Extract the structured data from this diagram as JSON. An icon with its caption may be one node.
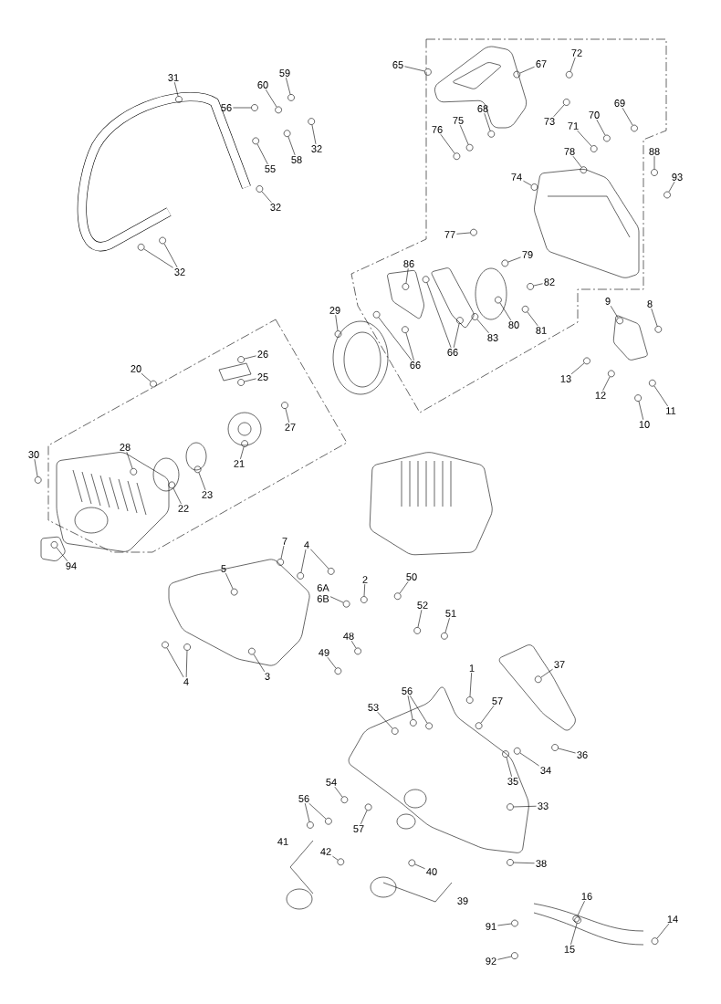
{
  "diagram": {
    "nodes": [
      {
        "text": [
          "31"
        ]
      },
      {
        "text": [
          "56"
        ]
      },
      {
        "text": [
          "60"
        ]
      },
      {
        "text": [
          "59"
        ]
      },
      {
        "text": [
          "55"
        ]
      },
      {
        "text": [
          "58"
        ]
      },
      {
        "text": [
          "32"
        ]
      },
      {
        "text": [
          "32"
        ]
      },
      {
        "text": [
          "32"
        ]
      },
      {
        "text": [
          "65"
        ]
      },
      {
        "text": [
          "67"
        ]
      },
      {
        "text": [
          "72"
        ]
      },
      {
        "text": [
          "73"
        ]
      },
      {
        "text": [
          "69"
        ]
      },
      {
        "text": [
          "70"
        ]
      },
      {
        "text": [
          "71"
        ]
      },
      {
        "text": [
          "68"
        ]
      },
      {
        "text": [
          "75"
        ]
      },
      {
        "text": [
          "76"
        ]
      },
      {
        "text": [
          "78"
        ]
      },
      {
        "text": [
          "74"
        ]
      },
      {
        "text": [
          "88"
        ]
      },
      {
        "text": [
          "93"
        ]
      },
      {
        "text": [
          "77"
        ]
      },
      {
        "text": [
          "79"
        ]
      },
      {
        "text": [
          "86"
        ]
      },
      {
        "text": [
          "82"
        ]
      },
      {
        "text": [
          "80"
        ]
      },
      {
        "text": [
          "81"
        ]
      },
      {
        "text": [
          "83"
        ]
      },
      {
        "text": [
          "66"
        ]
      },
      {
        "text": [
          "66"
        ]
      },
      {
        "text": [
          "29"
        ]
      },
      {
        "text": [
          "9"
        ]
      },
      {
        "text": [
          "8"
        ]
      },
      {
        "text": [
          "13"
        ]
      },
      {
        "text": [
          "12"
        ]
      },
      {
        "text": [
          "11"
        ]
      },
      {
        "text": [
          "10"
        ]
      },
      {
        "text": [
          "20"
        ]
      },
      {
        "text": [
          "26"
        ]
      },
      {
        "text": [
          "25"
        ]
      },
      {
        "text": [
          "27"
        ]
      },
      {
        "text": [
          "21"
        ]
      },
      {
        "text": [
          "28"
        ]
      },
      {
        "text": [
          "22"
        ]
      },
      {
        "text": [
          "23"
        ]
      },
      {
        "text": [
          "30"
        ]
      },
      {
        "text": [
          "94"
        ]
      },
      {
        "text": [
          "7"
        ]
      },
      {
        "text": [
          "4"
        ]
      },
      {
        "text": [
          "5"
        ]
      },
      {
        "text": [
          "6A",
          "6B"
        ]
      },
      {
        "text": [
          "2"
        ]
      },
      {
        "text": [
          "50"
        ]
      },
      {
        "text": [
          "52"
        ]
      },
      {
        "text": [
          "51"
        ]
      },
      {
        "text": [
          "48"
        ]
      },
      {
        "text": [
          "49"
        ]
      },
      {
        "text": [
          "4"
        ]
      },
      {
        "text": [
          "3"
        ]
      },
      {
        "text": [
          "1"
        ]
      },
      {
        "text": [
          "37"
        ]
      },
      {
        "text": [
          "56"
        ]
      },
      {
        "text": [
          "57"
        ]
      },
      {
        "text": [
          "53"
        ]
      },
      {
        "text": [
          "36"
        ]
      },
      {
        "text": [
          "34"
        ]
      },
      {
        "text": [
          "35"
        ]
      },
      {
        "text": [
          "54"
        ]
      },
      {
        "text": [
          "56"
        ]
      },
      {
        "text": [
          "57"
        ]
      },
      {
        "text": [
          "33"
        ]
      },
      {
        "text": [
          "42"
        ]
      },
      {
        "text": [
          "40"
        ]
      },
      {
        "text": [
          "38"
        ]
      },
      {
        "text": [
          "16"
        ]
      },
      {
        "text": [
          "14"
        ]
      },
      {
        "text": [
          "91"
        ]
      },
      {
        "text": [
          "15"
        ]
      },
      {
        "text": [
          "92"
        ]
      },
      {
        "text": [],
        "shape": "circle"
      },
      {
        "text": [],
        "shape": "circle"
      },
      {
        "text": [],
        "shape": "circle"
      },
      {
        "text": [],
        "shape": "circle"
      },
      {
        "text": [],
        "shape": "circle"
      },
      {
        "text": [],
        "shape": "circle"
      },
      {
        "text": [],
        "shape": "circle"
      },
      {
        "text": [],
        "shape": "circle"
      },
      {
        "text": [],
        "shape": "circle"
      },
      {
        "text": [],
        "shape": "circle"
      },
      {
        "text": [],
        "shape": "circle"
      },
      {
        "text": [],
        "shape": "circle"
      },
      {
        "text": [],
        "shape": "circle"
      },
      {
        "text": [],
        "shape": "circle"
      },
      {
        "text": [],
        "shape": "circle"
      },
      {
        "text": [],
        "shape": "circle"
      },
      {
        "text": [],
        "shape": "circle"
      },
      {
        "text": [],
        "shape": "circle"
      },
      {
        "text": [],
        "shape": "circle"
      },
      {
        "text": [],
        "shape": "circle"
      },
      {
        "text": [],
        "shape": "circle"
      },
      {
        "text": [],
        "shape": "circle"
      },
      {
        "text": [],
        "shape": "circle"
      },
      {
        "text": [],
        "shape": "circle"
      },
      {
        "text": [],
        "shape": "circle"
      },
      {
        "text": [],
        "shape": "circle"
      },
      {
        "text": [],
        "shape": "circle"
      },
      {
        "text": [],
        "shape": "circle"
      },
      {
        "text": [],
        "shape": "circle"
      },
      {
        "text": [],
        "shape": "circle"
      },
      {
        "text": [],
        "shape": "circle"
      },
      {
        "text": [],
        "shape": "circle"
      },
      {
        "text": [],
        "shape": "circle"
      },
      {
        "text": [],
        "shape": "circle"
      },
      {
        "text": [],
        "shape": "circle"
      },
      {
        "text": [],
        "shape": "circle"
      },
      {
        "text": [],
        "shape": "circle"
      },
      {
        "text": [],
        "shape": "circle"
      },
      {
        "text": [],
        "shape": "circle"
      },
      {
        "text": [],
        "shape": "circle"
      },
      {
        "text": [],
        "shape": "circle"
      },
      {
        "text": [],
        "shape": "circle"
      },
      {
        "text": [],
        "shape": "circle"
      },
      {
        "text": [],
        "shape": "circle"
      },
      {
        "text": [],
        "shape": "circle"
      },
      {
        "text": [],
        "shape": "circle"
      },
      {
        "text": [],
        "shape": "circle"
      },
      {
        "text": [],
        "shape": "circle"
      },
      {
        "text": [],
        "shape": "circle"
      },
      {
        "text": [],
        "shape": "circle"
      },
      {
        "text": [],
        "shape": "circle"
      },
      {
        "text": [],
        "shape": "circle"
      },
      {
        "text": [],
        "shape": "circle"
      },
      {
        "text": [],
        "shape": "circle"
      },
      {
        "text": [],
        "shape": "circle"
      },
      {
        "text": [],
        "shape": "circle"
      },
      {
        "text": [],
        "shape": "circle"
      },
      {
        "text": [],
        "shape": "circle"
      },
      {
        "text": [],
        "shape": "circle"
      },
      {
        "text": [],
        "shape": "circle"
      },
      {
        "text": [],
        "shape": "circle"
      },
      {
        "text": [],
        "shape": "circle"
      },
      {
        "text": [],
        "shape": "circle"
      },
      {
        "text": [],
        "shape": "circle"
      },
      {
        "text": [],
        "shape": "circle"
      },
      {
        "text": [],
        "shape": "circle"
      },
      {
        "text": [],
        "shape": "circle"
      },
      {
        "text": [],
        "shape": "circle"
      },
      {
        "text": [],
        "shape": "circle"
      },
      {
        "text": [],
        "shape": "circle"
      },
      {
        "text": [],
        "shape": "circle"
      },
      {
        "text": [],
        "shape": "circle"
      },
      {
        "text": [],
        "shape": "circle"
      },
      {
        "text": [],
        "shape": "circle"
      },
      {
        "text": [],
        "shape": "circle"
      },
      {
        "text": [],
        "shape": "circle"
      },
      {
        "text": [],
        "shape": "circle"
      },
      {
        "text": [],
        "shape": "circle"
      },
      {
        "text": [],
        "shape": "circle"
      },
      {
        "text": [],
        "shape": "circle"
      },
      {
        "text": [],
        "shape": "circle"
      },
      {
        "text": [],
        "shape": "circle"
      },
      {
        "text": [],
        "shape": "circle"
      },
      {
        "text": [],
        "shape": "circle"
      },
      {
        "text": [],
        "shape": "circle"
      },
      {
        "text": [],
        "shape": "circle"
      },
      {
        "text": [],
        "shape": "circle"
      },
      {
        "text": [],
        "shape": "circle"
      }
    ],
    "edges": [
      {
        "from": 0,
        "to": 81,
        "arrow": "none"
      },
      {
        "from": 1,
        "to": 82,
        "arrow": "none"
      },
      {
        "from": 2,
        "to": 83,
        "arrow": "none"
      },
      {
        "from": 3,
        "to": 84,
        "arrow": "none"
      },
      {
        "from": 4,
        "to": 85,
        "arrow": "none"
      },
      {
        "from": 5,
        "to": 86,
        "arrow": "none"
      },
      {
        "from": 6,
        "to": 87,
        "arrow": "none"
      },
      {
        "from": 7,
        "to": 88,
        "arrow": "none"
      },
      {
        "from": 8,
        "to": 89,
        "arrow": "none"
      },
      {
        "from": 8,
        "to": 90,
        "arrow": "none"
      },
      {
        "from": 9,
        "to": 91,
        "arrow": "none"
      },
      {
        "from": 10,
        "to": 92,
        "arrow": "none"
      },
      {
        "from": 11,
        "to": 93,
        "arrow": "none"
      },
      {
        "from": 12,
        "to": 94,
        "arrow": "none"
      },
      {
        "from": 13,
        "to": 95,
        "arrow": "none"
      },
      {
        "from": 14,
        "to": 96,
        "arrow": "none"
      },
      {
        "from": 15,
        "to": 97,
        "arrow": "none"
      },
      {
        "from": 16,
        "to": 98,
        "arrow": "none"
      },
      {
        "from": 17,
        "to": 99,
        "arrow": "none"
      },
      {
        "from": 18,
        "to": 100,
        "arrow": "none"
      },
      {
        "from": 19,
        "to": 101,
        "arrow": "none"
      },
      {
        "from": 20,
        "to": 102,
        "arrow": "none"
      },
      {
        "from": 21,
        "to": 103,
        "arrow": "none"
      },
      {
        "from": 22,
        "to": 104,
        "arrow": "none"
      },
      {
        "from": 23,
        "to": 105,
        "arrow": "none"
      },
      {
        "from": 24,
        "to": 106,
        "arrow": "none"
      },
      {
        "from": 25,
        "to": 107,
        "arrow": "none"
      },
      {
        "from": 26,
        "to": 108,
        "arrow": "none"
      },
      {
        "from": 27,
        "to": 109,
        "arrow": "none"
      },
      {
        "from": 28,
        "to": 110,
        "arrow": "none"
      },
      {
        "from": 29,
        "to": 111,
        "arrow": "none"
      },
      {
        "from": 30,
        "to": 112,
        "arrow": "none"
      },
      {
        "from": 30,
        "to": 113,
        "arrow": "none"
      },
      {
        "from": 31,
        "to": 114,
        "arrow": "none"
      },
      {
        "from": 31,
        "to": 115,
        "arrow": "none"
      },
      {
        "from": 32,
        "to": 116,
        "arrow": "none"
      },
      {
        "from": 33,
        "to": 117,
        "arrow": "none"
      },
      {
        "from": 34,
        "to": 118,
        "arrow": "none"
      },
      {
        "from": 35,
        "to": 119,
        "arrow": "none"
      },
      {
        "from": 36,
        "to": 120,
        "arrow": "none"
      },
      {
        "from": 37,
        "to": 121,
        "arrow": "none"
      },
      {
        "from": 38,
        "to": 122,
        "arrow": "none"
      },
      {
        "from": 39,
        "to": 123,
        "arrow": "none"
      },
      {
        "from": 40,
        "to": 124,
        "arrow": "none"
      },
      {
        "from": 41,
        "to": 125,
        "arrow": "none"
      },
      {
        "from": 42,
        "to": 126,
        "arrow": "none"
      },
      {
        "from": 43,
        "to": 127,
        "arrow": "none"
      },
      {
        "from": 44,
        "to": 128,
        "arrow": "none"
      },
      {
        "from": 45,
        "to": 129,
        "arrow": "none"
      },
      {
        "from": 46,
        "to": 130,
        "arrow": "none"
      },
      {
        "from": 47,
        "to": 131,
        "arrow": "none"
      },
      {
        "from": 48,
        "to": 132,
        "arrow": "none"
      },
      {
        "from": 49,
        "to": 133,
        "arrow": "none"
      },
      {
        "from": 50,
        "to": 134,
        "arrow": "none"
      },
      {
        "from": 50,
        "to": 135,
        "arrow": "none"
      },
      {
        "from": 51,
        "to": 136,
        "arrow": "none"
      },
      {
        "from": 52,
        "to": 137,
        "arrow": "none"
      },
      {
        "from": 53,
        "to": 138,
        "arrow": "none"
      },
      {
        "from": 54,
        "to": 139,
        "arrow": "none"
      },
      {
        "from": 55,
        "to": 140,
        "arrow": "none"
      },
      {
        "from": 56,
        "to": 141,
        "arrow": "none"
      },
      {
        "from": 57,
        "to": 142,
        "arrow": "none"
      },
      {
        "from": 58,
        "to": 143,
        "arrow": "none"
      },
      {
        "from": 59,
        "to": 144,
        "arrow": "none"
      },
      {
        "from": 59,
        "to": 145,
        "arrow": "none"
      },
      {
        "from": 60,
        "to": 146,
        "arrow": "none"
      },
      {
        "from": 61,
        "to": 147,
        "arrow": "none"
      },
      {
        "from": 62,
        "to": 148,
        "arrow": "none"
      },
      {
        "from": 63,
        "to": 149,
        "arrow": "none"
      },
      {
        "from": 63,
        "to": 150,
        "arrow": "none"
      },
      {
        "from": 64,
        "to": 151,
        "arrow": "none"
      },
      {
        "from": 65,
        "to": 152,
        "arrow": "none"
      },
      {
        "from": 66,
        "to": 153,
        "arrow": "none"
      },
      {
        "from": 67,
        "to": 154,
        "arrow": "none"
      },
      {
        "from": 68,
        "to": 155,
        "arrow": "none"
      },
      {
        "from": 69,
        "to": 156,
        "arrow": "none"
      },
      {
        "from": 70,
        "to": 157,
        "arrow": "none"
      },
      {
        "from": 70,
        "to": 158,
        "arrow": "none"
      },
      {
        "from": 71,
        "to": 159,
        "arrow": "none"
      },
      {
        "from": 72,
        "to": 160,
        "arrow": "none"
      },
      {
        "from": 73,
        "to": 161,
        "arrow": "none"
      },
      {
        "from": 74,
        "to": 162,
        "arrow": "none"
      },
      {
        "from": 75,
        "to": 163,
        "arrow": "none"
      },
      {
        "from": 76,
        "to": 164,
        "arrow": "none"
      },
      {
        "from": 77,
        "to": 165,
        "arrow": "none"
      },
      {
        "from": 78,
        "to": 166,
        "arrow": "none"
      },
      {
        "from": 79,
        "to": 167,
        "arrow": "none"
      },
      {
        "from": 80,
        "to": 168,
        "arrow": "none"
      }
    ],
    "labels": [
      "41",
      "39"
    ]
  }
}
